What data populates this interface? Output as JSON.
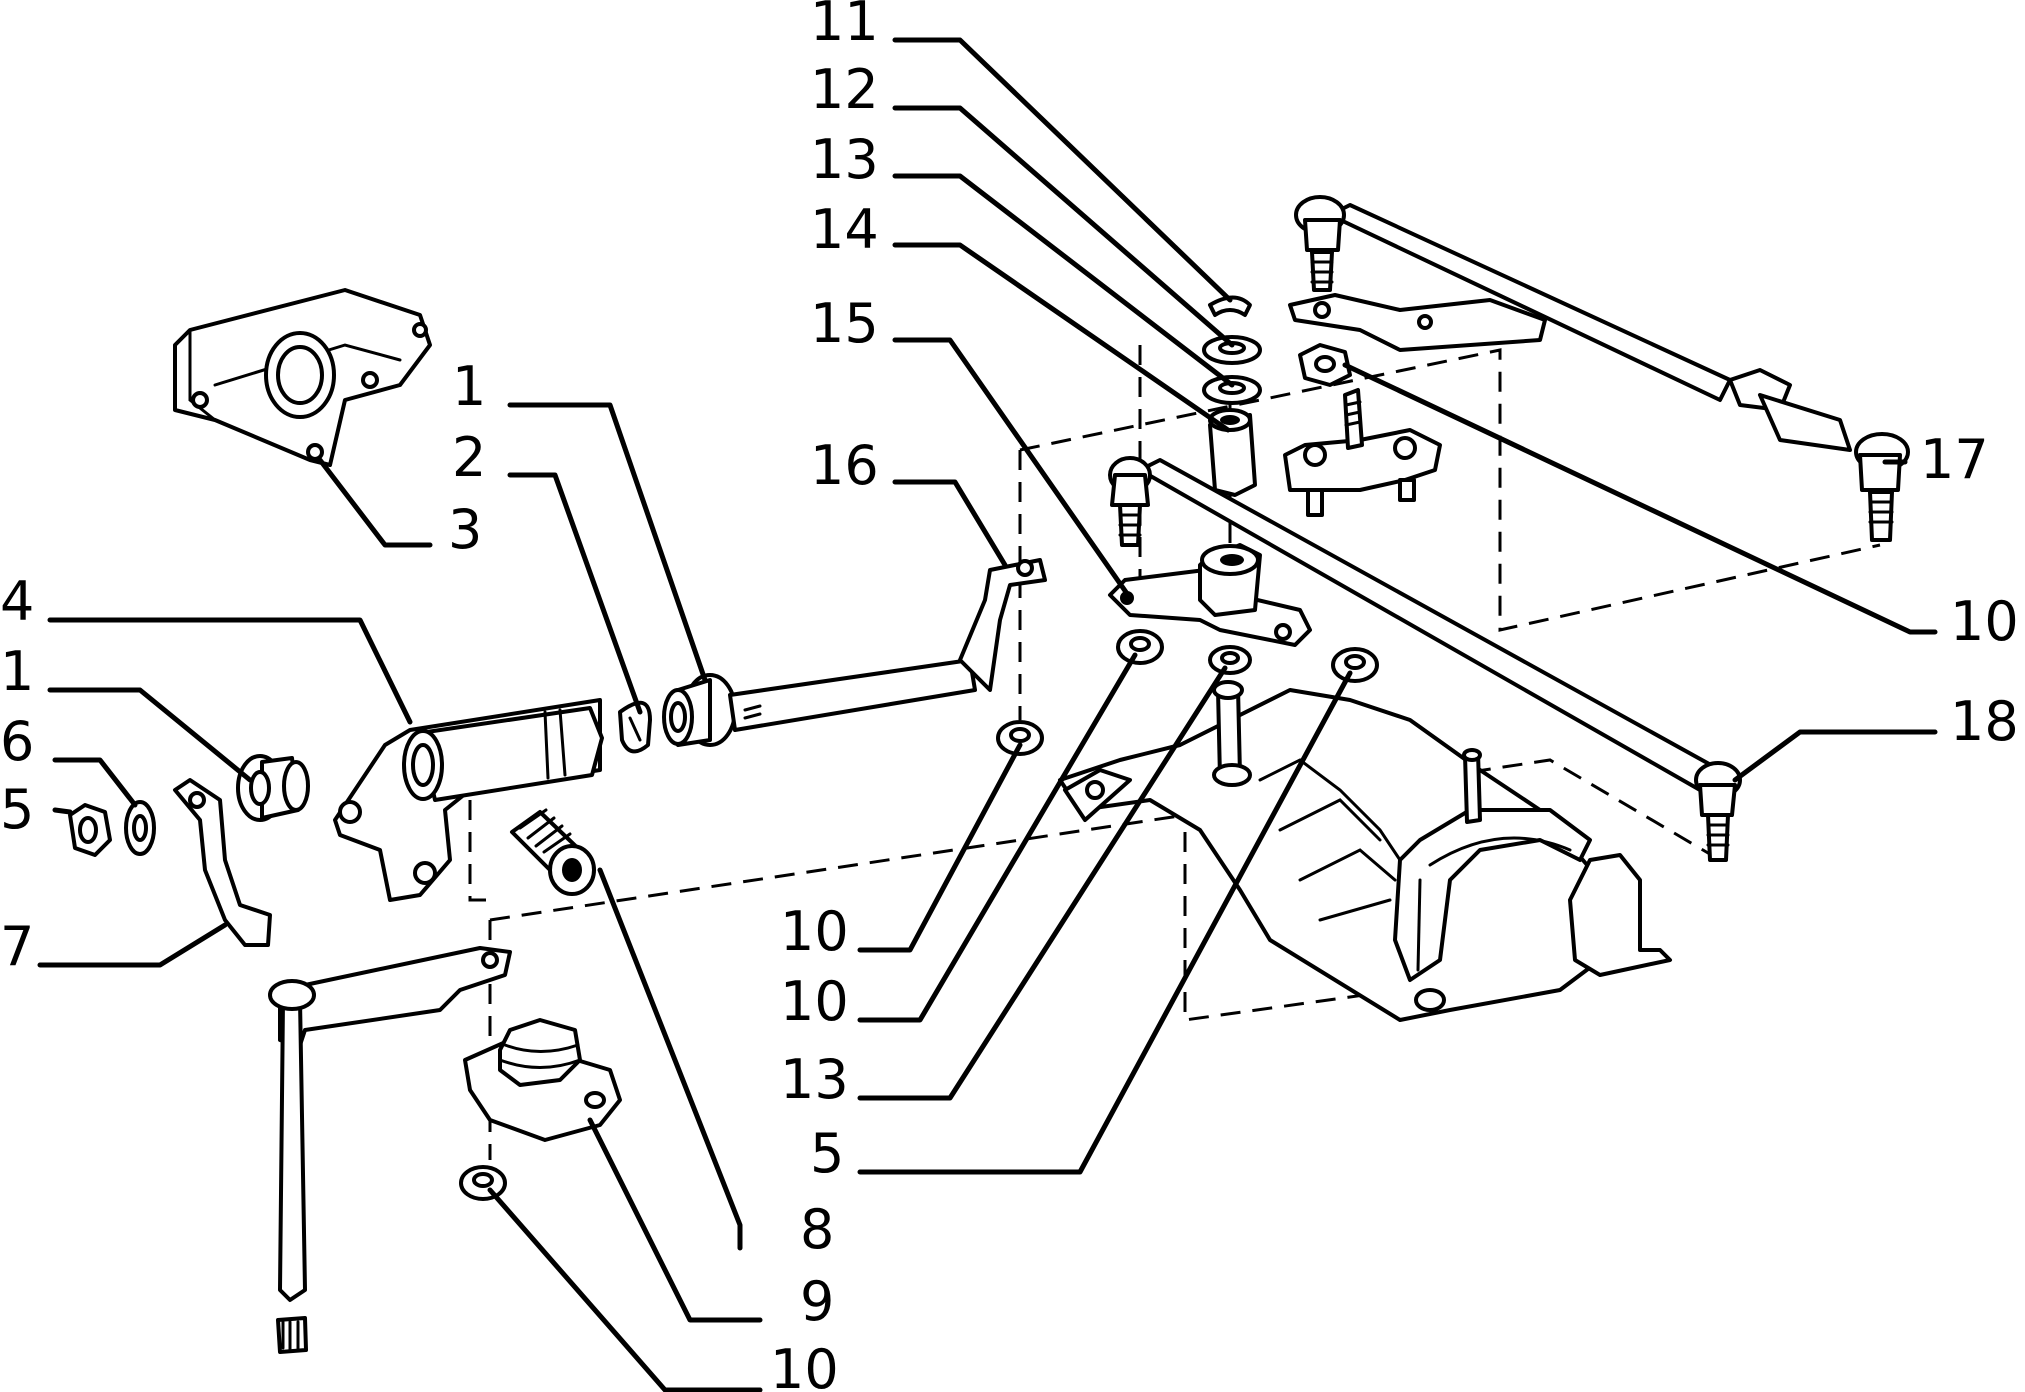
{
  "diagram": {
    "callouts": [
      {
        "id": "c11",
        "number": "11"
      },
      {
        "id": "c12",
        "number": "12"
      },
      {
        "id": "c13a",
        "number": "13"
      },
      {
        "id": "c14",
        "number": "14"
      },
      {
        "id": "c15",
        "number": "15"
      },
      {
        "id": "c16",
        "number": "16"
      },
      {
        "id": "c1a",
        "number": "1"
      },
      {
        "id": "c2",
        "number": "2"
      },
      {
        "id": "c3",
        "number": "3"
      },
      {
        "id": "c4",
        "number": "4"
      },
      {
        "id": "c1b",
        "number": "1"
      },
      {
        "id": "c6",
        "number": "6"
      },
      {
        "id": "c5a",
        "number": "5"
      },
      {
        "id": "c7",
        "number": "7"
      },
      {
        "id": "c17",
        "number": "17"
      },
      {
        "id": "c10a",
        "number": "10"
      },
      {
        "id": "c18",
        "number": "18"
      },
      {
        "id": "c10b",
        "number": "10"
      },
      {
        "id": "c10c",
        "number": "10"
      },
      {
        "id": "c13b",
        "number": "13"
      },
      {
        "id": "c5b",
        "number": "5"
      },
      {
        "id": "c8",
        "number": "8"
      },
      {
        "id": "c9",
        "number": "9"
      },
      {
        "id": "c10d",
        "number": "10"
      }
    ]
  }
}
